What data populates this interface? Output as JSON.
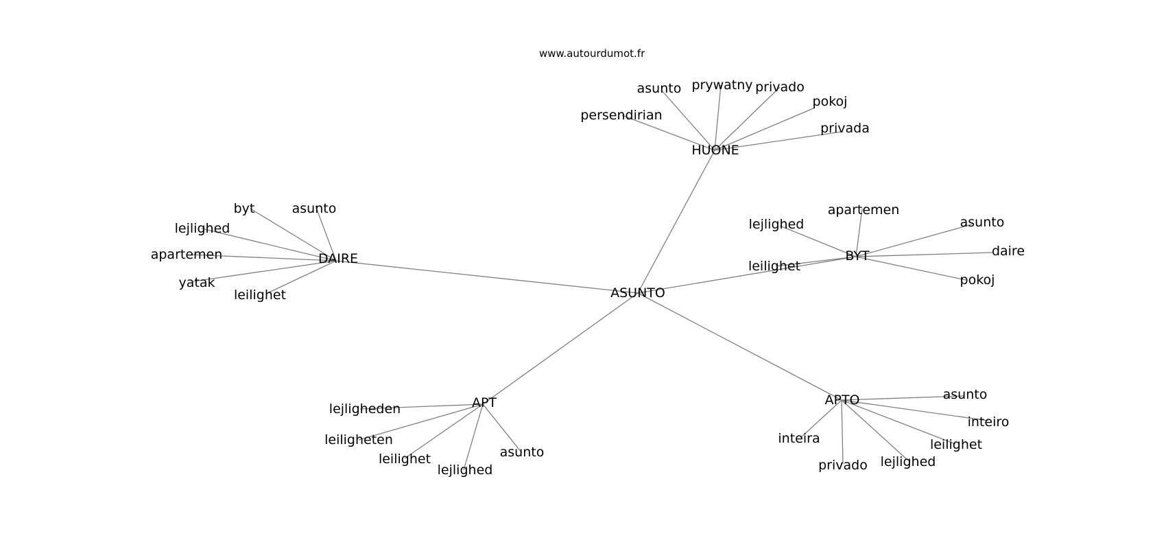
{
  "credit": "www.autourdumot.fr",
  "center": {
    "id": "asunto_root",
    "label": "ASUNTO"
  },
  "hubs": [
    {
      "id": "huone",
      "label": "HUONE",
      "leaves": [
        "persendirian",
        "asunto",
        "prywatny",
        "privado",
        "pokoj",
        "privada"
      ]
    },
    {
      "id": "daire",
      "label": "DAIRE",
      "leaves": [
        "byt",
        "asunto",
        "lejlighed",
        "apartemen",
        "yatak",
        "leilighet"
      ]
    },
    {
      "id": "byt",
      "label": "BYT",
      "leaves": [
        "lejlighed",
        "apartemen",
        "asunto",
        "daire",
        "leilighet",
        "pokoj"
      ]
    },
    {
      "id": "apt",
      "label": "APT",
      "leaves": [
        "lejligheden",
        "leiligheten",
        "leilighet",
        "lejlighed",
        "asunto"
      ]
    },
    {
      "id": "apto",
      "label": "APTO",
      "leaves": [
        "asunto",
        "inteiro",
        "inteira",
        "leilighet",
        "privado",
        "lejlighed"
      ]
    }
  ]
}
